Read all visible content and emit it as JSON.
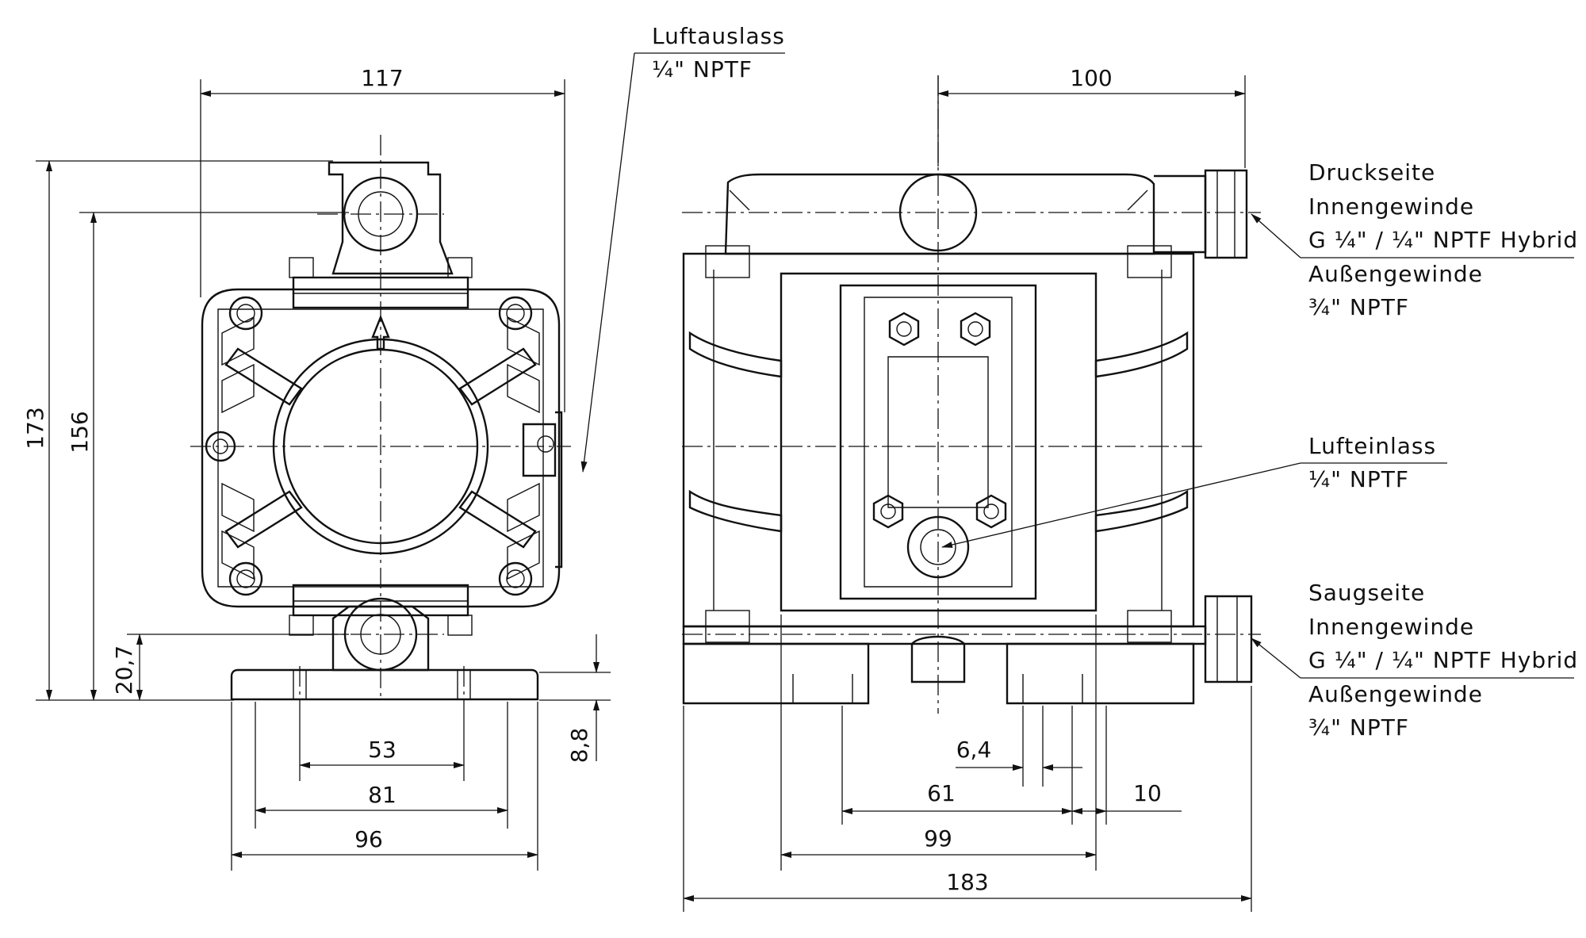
{
  "dimensions": {
    "left_width_top": "117",
    "left_height_total": "173",
    "left_height_air_outlet": "156",
    "left_height_suction": "20,7",
    "left_base_height": "8,8",
    "left_hole_spacing": "53",
    "left_base_81": "81",
    "left_base_96": "96",
    "right_top_100": "100",
    "right_6_4": "6,4",
    "right_61": "61",
    "right_10": "10",
    "right_99": "99",
    "right_183": "183"
  },
  "labels": {
    "air_outlet_title": "Luftauslass",
    "air_outlet_spec": "¼\" NPTF",
    "air_inlet_title": "Lufteinlass",
    "air_inlet_spec": "¼\" NPTF",
    "pressure_title": "Druckseite",
    "pressure_inner": "Innengewinde",
    "pressure_thread": "G ¼\" / ¼\" NPTF Hybrid",
    "pressure_outer": "Außengewinde",
    "pressure_outer_spec": "¾\" NPTF",
    "suction_title": "Saugseite",
    "suction_inner": "Innengewinde",
    "suction_thread": "G ¼\" / ¼\" NPTF Hybrid",
    "suction_outer": "Außengewinde",
    "suction_outer_spec": "¾\" NPTF"
  }
}
